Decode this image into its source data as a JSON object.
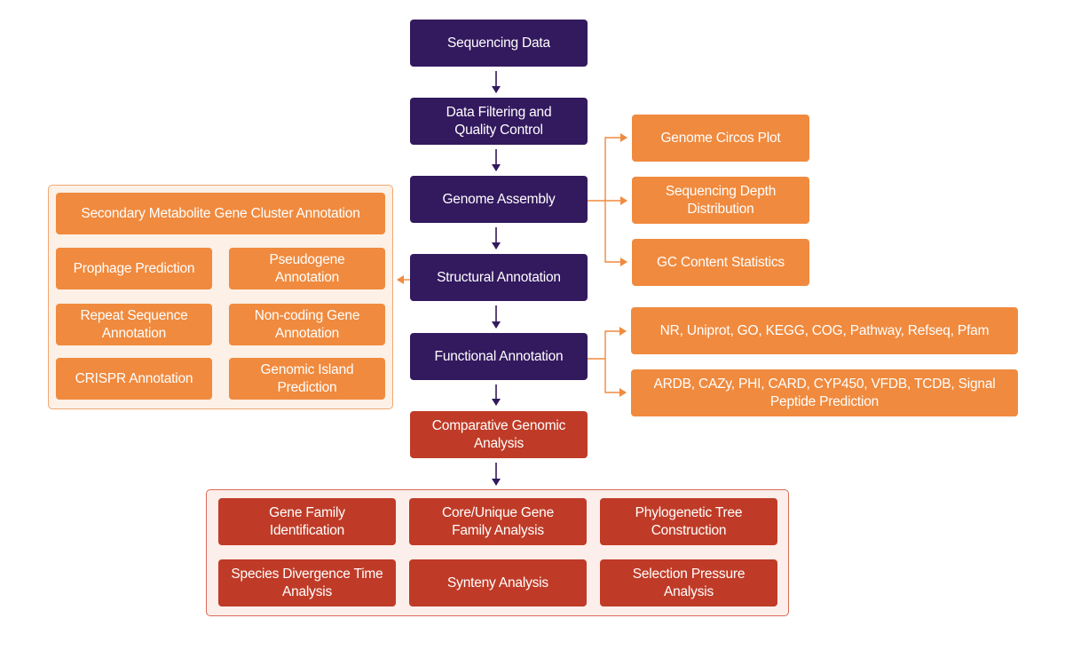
{
  "main_flow": {
    "sequencing_data": "Sequencing Data",
    "data_filtering": "Data Filtering and\nQuality Control",
    "genome_assembly": "Genome Assembly",
    "structural_annotation": "Structural Annotation",
    "functional_annotation": "Functional Annotation",
    "comparative_analysis": "Comparative Genomic\nAnalysis"
  },
  "assembly_outputs": {
    "circos": "Genome Circos Plot",
    "depth": "Sequencing Depth\nDistribution",
    "gc": "GC Content Statistics"
  },
  "structural_outputs": {
    "secondary_metabolite": "Secondary Metabolite Gene Cluster Annotation",
    "prophage": "Prophage Prediction",
    "pseudogene": "Pseudogene\nAnnotation",
    "repeat": "Repeat Sequence\nAnnotation",
    "noncoding": "Non-coding Gene\nAnnotation",
    "crispr": "CRISPR Annotation",
    "genomic_island": "Genomic Island\nPrediction"
  },
  "functional_outputs": {
    "databases_1": "NR, Uniprot, GO, KEGG, COG, Pathway, Refseq, Pfam",
    "databases_2": "ARDB, CAZy, PHI, CARD, CYP450, VFDB, TCDB, Signal\nPeptide Prediction"
  },
  "comparative_outputs": {
    "gene_family": "Gene Family\nIdentification",
    "core_unique": "Core/Unique Gene\nFamily Analysis",
    "phylogenetic": "Phylogenetic Tree\nConstruction",
    "divergence": "Species Divergence Time\nAnalysis",
    "synteny": "Synteny Analysis",
    "selection": "Selection Pressure\nAnalysis"
  },
  "colors": {
    "purple": "#33195e",
    "orange": "#f08a3e",
    "red": "#bf3b27"
  }
}
